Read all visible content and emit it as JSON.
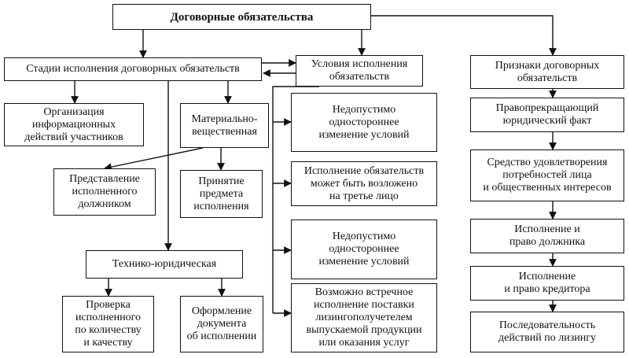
{
  "diagram": {
    "title": "Договорные обязательства",
    "stages": "Стадии исполнения договорных обязательств",
    "conditions": "Условия исполнения\nобязательств",
    "features": "Признаки договорных\nобязательств",
    "org_info": "Организация\nинформационных\nдействий участников",
    "material": "Материально-\nвещественная",
    "representation": "Представление\nисполненного\nдолжником",
    "acceptance": "Принятие\nпредмета\nисполнения",
    "technical": "Технико-юридическая",
    "check": "Проверка\nисполненного\nпо количеству\nи качеству",
    "document": "Оформление\nдокумента\nоб исполнении",
    "cond_1": "Недопустимо\nодностороннее\nизменение условий",
    "cond_2": "Исполнение обязательств\nможет быть возложено\nна третье лицо",
    "cond_3": "Недопустимо\nодностороннее\nизменение условий",
    "cond_4": "Возможно встречное\nисполнение поставки\nлизингополучетелем\nвыпускаемой продукции\nили оказания услуг",
    "feat_1": "Правопрекращающий\nюридический факт",
    "feat_2": "Средство удовлетворения\nпотребностей лица\nи общественных интересов",
    "feat_3": "Исполнение и\nправо должника",
    "feat_4": "Исполнение\nи право кредитора",
    "feat_5": "Последовательность\nдействий по лизингу"
  }
}
